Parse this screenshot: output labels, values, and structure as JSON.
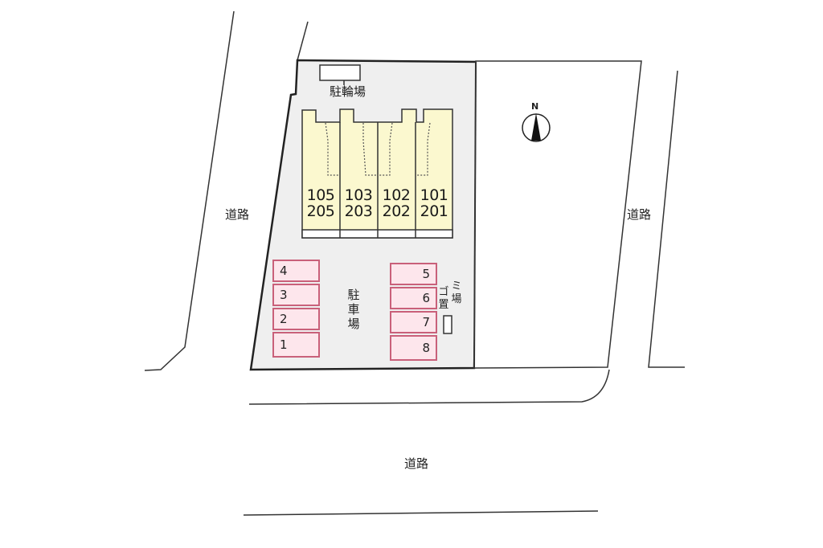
{
  "map": {
    "roads": [
      {
        "id": "west",
        "label": "道路"
      },
      {
        "id": "east",
        "label": "道路"
      },
      {
        "id": "south",
        "label": "道路"
      }
    ],
    "bicycle_parking": {
      "label": "駐輪場"
    },
    "building": {
      "units": [
        {
          "lower": "105",
          "upper": "205"
        },
        {
          "lower": "103",
          "upper": "203"
        },
        {
          "lower": "102",
          "upper": "202"
        },
        {
          "lower": "101",
          "upper": "201"
        }
      ],
      "fill_color": "#fbf8cf"
    },
    "parking": {
      "label": "駐車場",
      "label_chars": [
        "駐",
        "車",
        "場"
      ],
      "fill_color": "#fde6ec",
      "border_color": "#c9607a",
      "left_slots": [
        "4",
        "3",
        "2",
        "1"
      ],
      "right_slots": [
        "5",
        "6",
        "7",
        "8"
      ]
    },
    "garbage": {
      "label": "ゴミ置場",
      "col1": [
        "ゴ",
        "置"
      ],
      "col2": [
        "ミ",
        "場"
      ]
    },
    "compass": {
      "label": "N"
    },
    "lot_fill_color": "#efefef"
  }
}
